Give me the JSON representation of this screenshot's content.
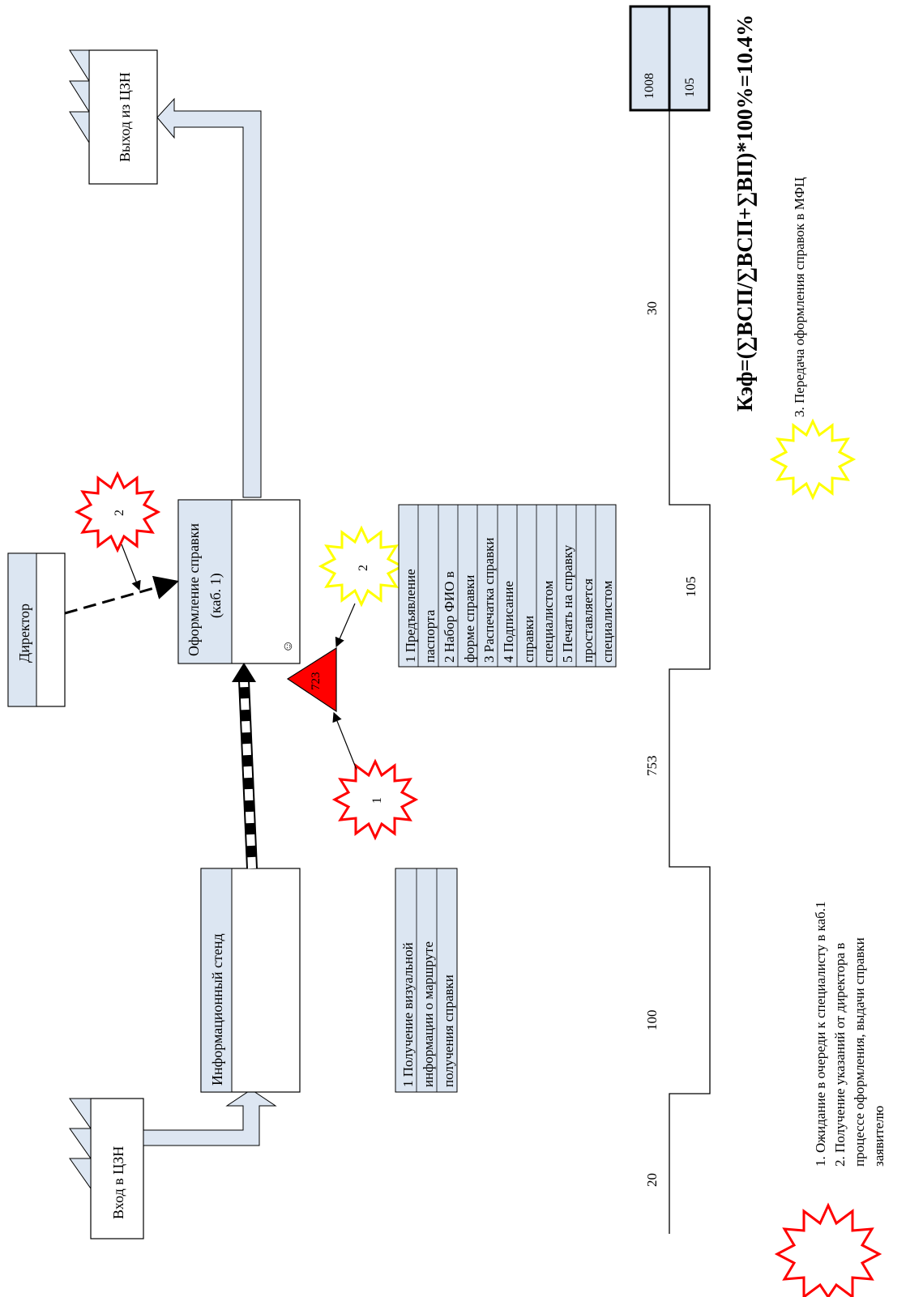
{
  "nodes": {
    "entry": "Вход в ЦЗН",
    "exit": "Выход из ЦЗН",
    "info_stand": "Информационный стенд",
    "certificate": "Оформление справки",
    "certificate_room": "(каб. 1)",
    "director": "Директор"
  },
  "inventory_value": "723",
  "step_lists": {
    "info_stand": [
      "1 Получение визуальной",
      "информации о маршруте",
      "получения справки"
    ],
    "certificate": [
      "1 Предъявление",
      "паспорта",
      "2 Набор ФИО в",
      "форме справки",
      "3 Распечатка справки",
      "4 Подписание",
      "справки",
      "специалистом",
      "5 Печать на справку",
      "проставляется",
      "специалистом"
    ]
  },
  "bursts": {
    "red_1": "1",
    "red_2": "2",
    "yellow_2": "2"
  },
  "timeline": {
    "times": [
      "20",
      "100",
      "753",
      "105",
      "30"
    ],
    "totals": [
      "1008",
      "105"
    ]
  },
  "formula": "Кэф=(∑ВСП/∑ВСП+∑ВП)*100%=10.4%",
  "legend": {
    "red": [
      "1. Ожидание в очереди к специалисту в каб.1",
      "2. Получение указаний от директора в",
      "процессе оформления, выдачи справки",
      "заявителю"
    ],
    "yellow": [
      "3. Передача оформления справок в МФЦ"
    ]
  },
  "colors": {
    "box_fill": "#dce6f2",
    "red": "#ff0000",
    "yellow": "#ffff00",
    "arrow_fill": "#dde6f2"
  }
}
